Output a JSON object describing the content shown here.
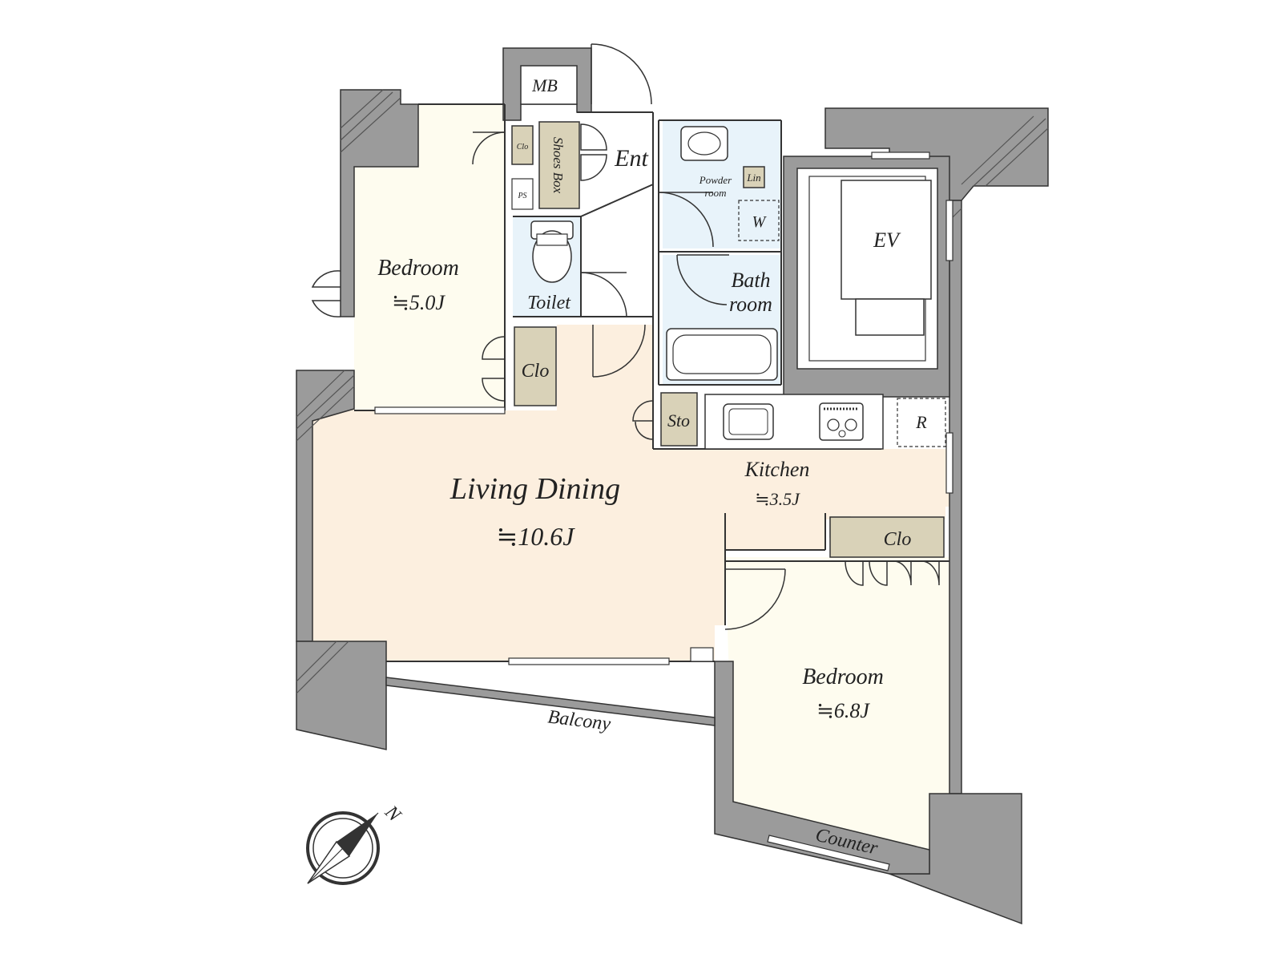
{
  "rooms": {
    "bedroom1": {
      "name": "Bedroom",
      "size": "≒5.0J"
    },
    "living": {
      "name": "Living Dining",
      "size": "≒10.6J"
    },
    "kitchen": {
      "name": "Kitchen",
      "size": "≒3.5J"
    },
    "bedroom2": {
      "name": "Bedroom",
      "size": "≒6.8J"
    },
    "toilet": {
      "name": "Toilet"
    },
    "bath": {
      "name_line1": "Bath",
      "name_line2": "room"
    },
    "powder": {
      "name_line1": "Powder",
      "name_line2": "room"
    },
    "entrance": {
      "name": "Ent"
    },
    "balcony": {
      "name": "Balcony"
    },
    "counter": {
      "name": "Counter"
    }
  },
  "storage": {
    "mb": "MB",
    "shoes_box": "Shoes Box",
    "clo_small": "Clo",
    "ps": "PS",
    "clo_bed1": "Clo",
    "lin": "Lin",
    "washer": "W",
    "sto": "Sto",
    "fridge": "R",
    "clo_bed2": "Clo",
    "elevator": "EV"
  },
  "compass": {
    "north": "N"
  },
  "colors": {
    "wall": "#9b9b9b",
    "living_floor": "#fcefdf",
    "bedroom_floor": "#fefcef",
    "wet_floor": "#e8f3fa",
    "storage_fill": "#d9d2b8"
  }
}
